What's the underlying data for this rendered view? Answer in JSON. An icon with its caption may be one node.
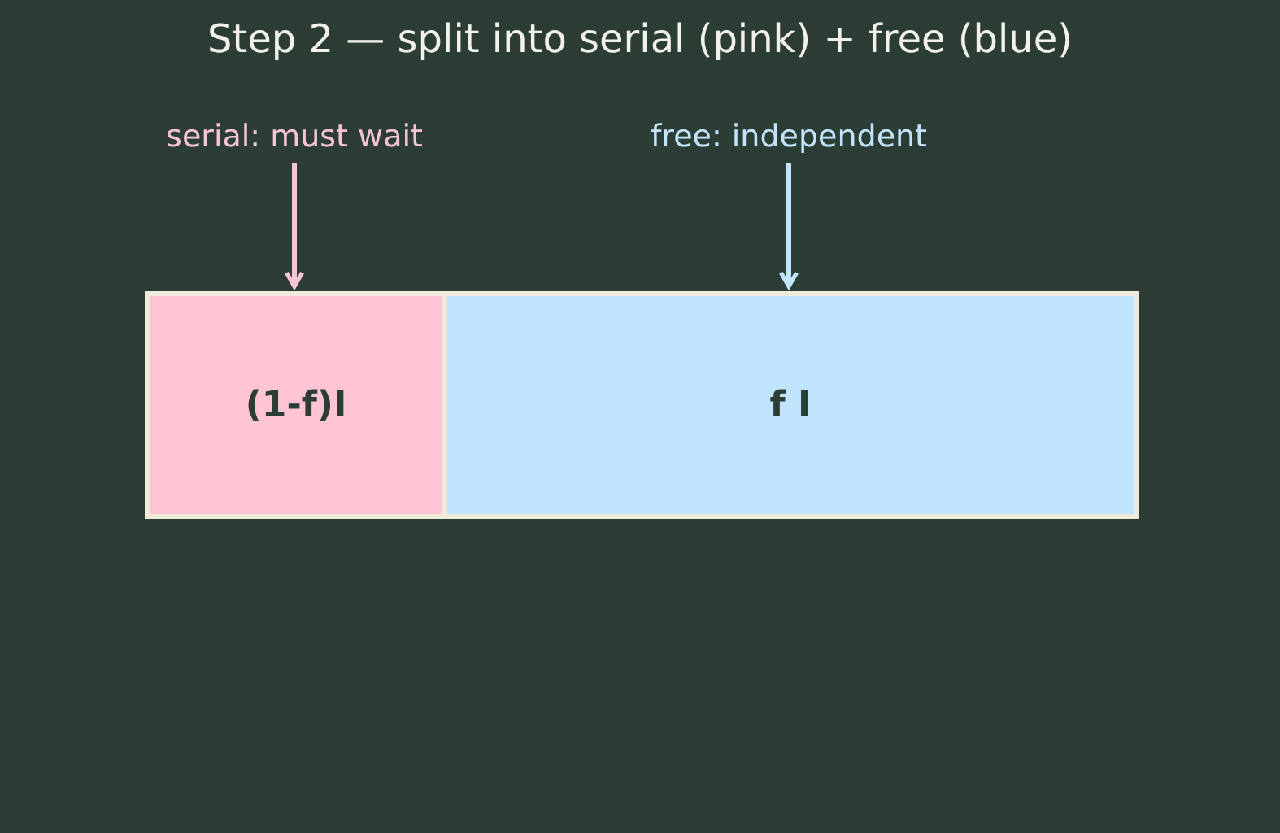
{
  "diagram": {
    "title": "Step 2 — split into serial (pink) + free (blue)",
    "nodes": [
      {
        "text": [
          "serial: must wait"
        ]
      },
      {
        "text": [
          "free: independent"
        ]
      },
      {
        "text": [],
        "shape": "box"
      },
      {
        "text": [
          "(1-f)I"
        ],
        "in": 2
      },
      {
        "text": [
          "f I"
        ],
        "in": 2
      }
    ],
    "edges": [
      {
        "from": 0,
        "to": 3,
        "arrow": "to",
        "color": "#f8c6d3"
      },
      {
        "from": 1,
        "to": 4,
        "arrow": "to",
        "color": "#c3e5fc"
      }
    ]
  }
}
